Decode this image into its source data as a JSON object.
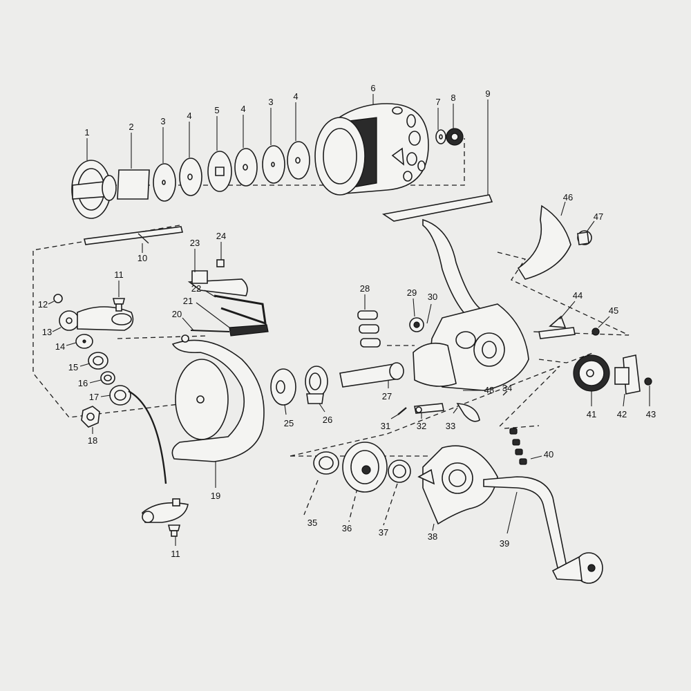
{
  "diagram": {
    "background": "#ededeb",
    "ink": "#1c1c1c",
    "callouts": [
      "1",
      "2",
      "3",
      "4",
      "5",
      "4",
      "3",
      "4",
      "6",
      "7",
      "8",
      "9",
      "10",
      "11",
      "12",
      "13",
      "14",
      "15",
      "16",
      "17",
      "18",
      "19",
      "20",
      "21",
      "22",
      "23",
      "24",
      "11",
      "25",
      "26",
      "27",
      "28",
      "29",
      "30",
      "31",
      "32",
      "33",
      "34",
      "35",
      "36",
      "37",
      "38",
      "39",
      "40",
      "41",
      "42",
      "43",
      "44",
      "45",
      "46",
      "47",
      "48"
    ]
  }
}
